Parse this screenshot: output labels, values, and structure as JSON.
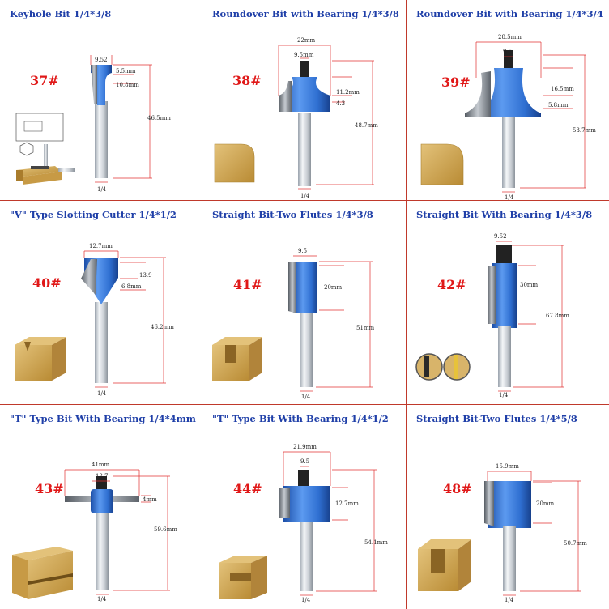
{
  "colors": {
    "accent_blue": "#2f6fd1",
    "title_blue": "#1f3fa8",
    "number_red": "#e01818",
    "wood": "#c9a24e",
    "divider_red": "#c0392b"
  },
  "panels": [
    {
      "title": "Keyhole Bit 1/4*3/8",
      "number": "37#",
      "dims": [
        "9.52",
        "5.5mm",
        "10.8mm",
        "46.5mm",
        "1/4"
      ]
    },
    {
      "title": "Roundover Bit with Bearing 1/4*3/8",
      "number": "38#",
      "dims": [
        "22mm",
        "9.5mm",
        "11.2mm",
        "4.3",
        "48.7mm",
        "1/4"
      ]
    },
    {
      "title": "Roundover Bit with Bearing 1/4*3/4",
      "number": "39#",
      "dims": [
        "28.5mm",
        "9.5",
        "16.5mm",
        "5.8mm",
        "53.7mm",
        "1/4"
      ]
    },
    {
      "title": "\"V\" Type Slotting Cutter 1/4*1/2",
      "number": "40#",
      "dims": [
        "12.7mm",
        "13.9",
        "6.8mm",
        "46.2mm",
        "1/4"
      ]
    },
    {
      "title": "Straight Bit-Two Flutes 1/4*3/8",
      "number": "41#",
      "dims": [
        "9.5",
        "20mm",
        "51mm",
        "1/4"
      ]
    },
    {
      "title": "Straight Bit With Bearing 1/4*3/8",
      "number": "42#",
      "dims": [
        "9.52",
        "30mm",
        "67.8mm",
        "1/4"
      ]
    },
    {
      "title": "\"T\" Type Bit With Bearing 1/4*4mm",
      "number": "43#",
      "dims": [
        "41mm",
        "12.7",
        "4mm",
        "59.6mm",
        "1/4"
      ]
    },
    {
      "title": "\"T\" Type Bit With Bearing 1/4*1/2",
      "number": "44#",
      "dims": [
        "21.9mm",
        "9.5",
        "12.7mm",
        "54.1mm",
        "1/4"
      ]
    },
    {
      "title": "Straight Bit-Two Flutes 1/4*5/8",
      "number": "48#",
      "dims": [
        "15.9mm",
        "20mm",
        "50.7mm",
        "1/4"
      ]
    }
  ]
}
